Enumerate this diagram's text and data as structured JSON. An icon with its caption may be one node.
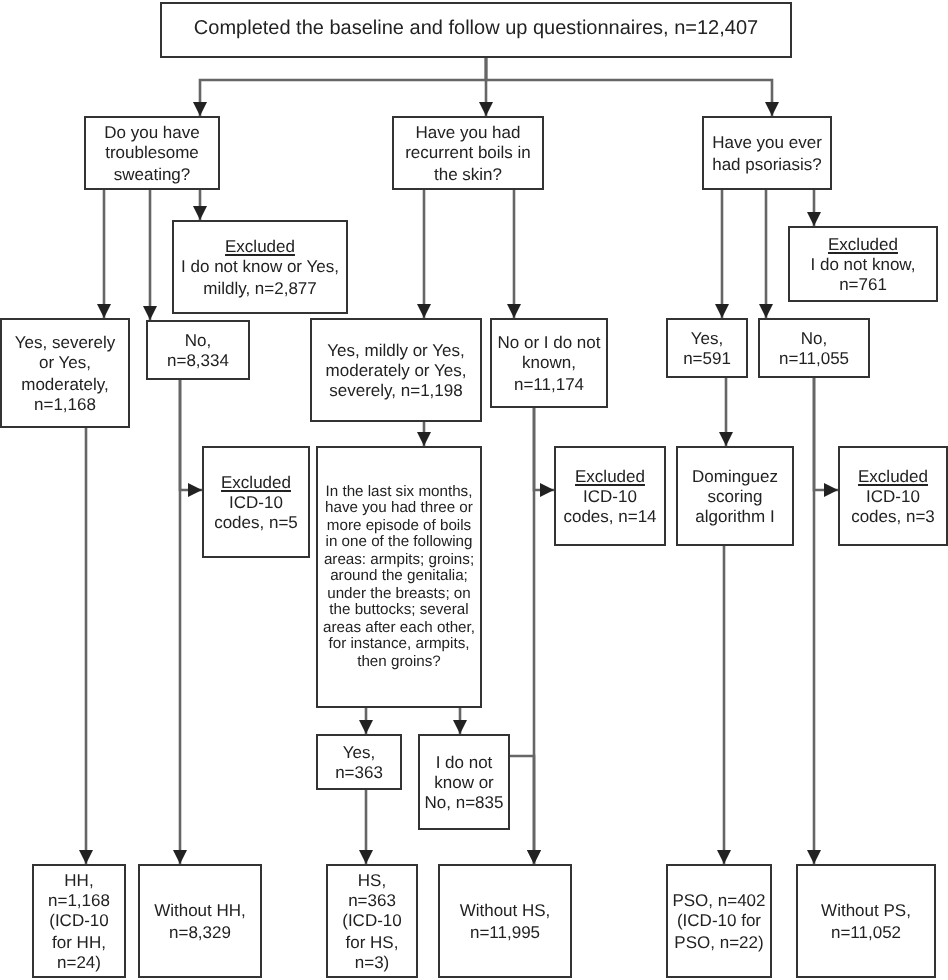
{
  "diagram": {
    "nodes": [
      {
        "text": [
          "Completed the baseline and follow up questionnaires, n=12,407"
        ]
      },
      {
        "text": [
          "Do you have troublesome sweating?"
        ]
      },
      {
        "text": [
          "Have you had recurrent boils in the skin?"
        ]
      },
      {
        "text": [
          "Have you ever had psoriasis?"
        ]
      },
      {
        "text": [
          "Excluded",
          "I do not know or Yes, mildly, n=2,877"
        ]
      },
      {
        "text": [
          "Yes, severely or Yes, moderately, n=1,168"
        ]
      },
      {
        "text": [
          "No, n=8,334"
        ]
      },
      {
        "text": [
          "Yes, mildly or Yes, moderately or Yes, severely, n=1,198"
        ]
      },
      {
        "text": [
          "No or I do not known, n=11,174"
        ]
      },
      {
        "text": [
          "Excluded",
          "I do not know, n=761"
        ]
      },
      {
        "text": [
          "Yes, n=591"
        ]
      },
      {
        "text": [
          "No, n=11,055"
        ]
      },
      {
        "text": [
          "Excluded",
          "ICD-10 codes, n=5"
        ]
      },
      {
        "text": [
          "In the last six months, have you had three or more episode of boils in one of the following areas: armpits; groins; around the genitalia; under the breasts; on the buttocks; several areas after each other, for instance, armpits, then groins?"
        ]
      },
      {
        "text": [
          "Excluded",
          "ICD-10 codes, n=14"
        ]
      },
      {
        "text": [
          "Dominguez scoring algorithm I"
        ]
      },
      {
        "text": [
          "Excluded",
          "ICD-10 codes, n=3"
        ]
      },
      {
        "text": [
          "Yes, n=363"
        ]
      },
      {
        "text": [
          "I do not know or No, n=835"
        ]
      },
      {
        "text": [
          "HH, n=1,168 (ICD-10 for HH, n=24)"
        ]
      },
      {
        "text": [
          "Without HH, n=8,329"
        ]
      },
      {
        "text": [
          "HS, n=363 (ICD-10 for HS, n=3)"
        ]
      },
      {
        "text": [
          "Without HS, n=11,995"
        ]
      },
      {
        "text": [
          "PSO, n=402 (ICD-10 for PSO, n=22)"
        ]
      },
      {
        "text": [
          "Without PS, n=11,052"
        ]
      }
    ],
    "edges": [
      {
        "from": 0,
        "to": 1,
        "arrow": "to"
      },
      {
        "from": 0,
        "to": 2,
        "arrow": "to"
      },
      {
        "from": 0,
        "to": 3,
        "arrow": "to"
      },
      {
        "from": 1,
        "to": 5,
        "arrow": "to"
      },
      {
        "from": 1,
        "to": 6,
        "arrow": "to"
      },
      {
        "from": 1,
        "to": 4,
        "arrow": "to"
      },
      {
        "from": 2,
        "to": 7,
        "arrow": "to"
      },
      {
        "from": 2,
        "to": 8,
        "arrow": "to"
      },
      {
        "from": 3,
        "to": 10,
        "arrow": "to"
      },
      {
        "from": 3,
        "to": 11,
        "arrow": "to"
      },
      {
        "from": 3,
        "to": 9,
        "arrow": "to"
      },
      {
        "from": 5,
        "to": 19,
        "arrow": "to"
      },
      {
        "from": 6,
        "to": 12,
        "arrow": "to"
      },
      {
        "from": 6,
        "to": 20,
        "arrow": "to"
      },
      {
        "from": 7,
        "to": 13,
        "arrow": "to"
      },
      {
        "from": 8,
        "to": 14,
        "arrow": "to"
      },
      {
        "from": 8,
        "to": 22,
        "arrow": "to"
      },
      {
        "from": 13,
        "to": 17,
        "arrow": "to"
      },
      {
        "from": 13,
        "to": 18,
        "arrow": "to"
      },
      {
        "from": 18,
        "to": 22,
        "arrow": "to"
      },
      {
        "from": 17,
        "to": 21,
        "arrow": "to"
      },
      {
        "from": 10,
        "to": 15,
        "arrow": "to"
      },
      {
        "from": 15,
        "to": 23,
        "arrow": "to"
      },
      {
        "from": 11,
        "to": 16,
        "arrow": "to"
      },
      {
        "from": 11,
        "to": 24,
        "arrow": "to"
      }
    ]
  }
}
